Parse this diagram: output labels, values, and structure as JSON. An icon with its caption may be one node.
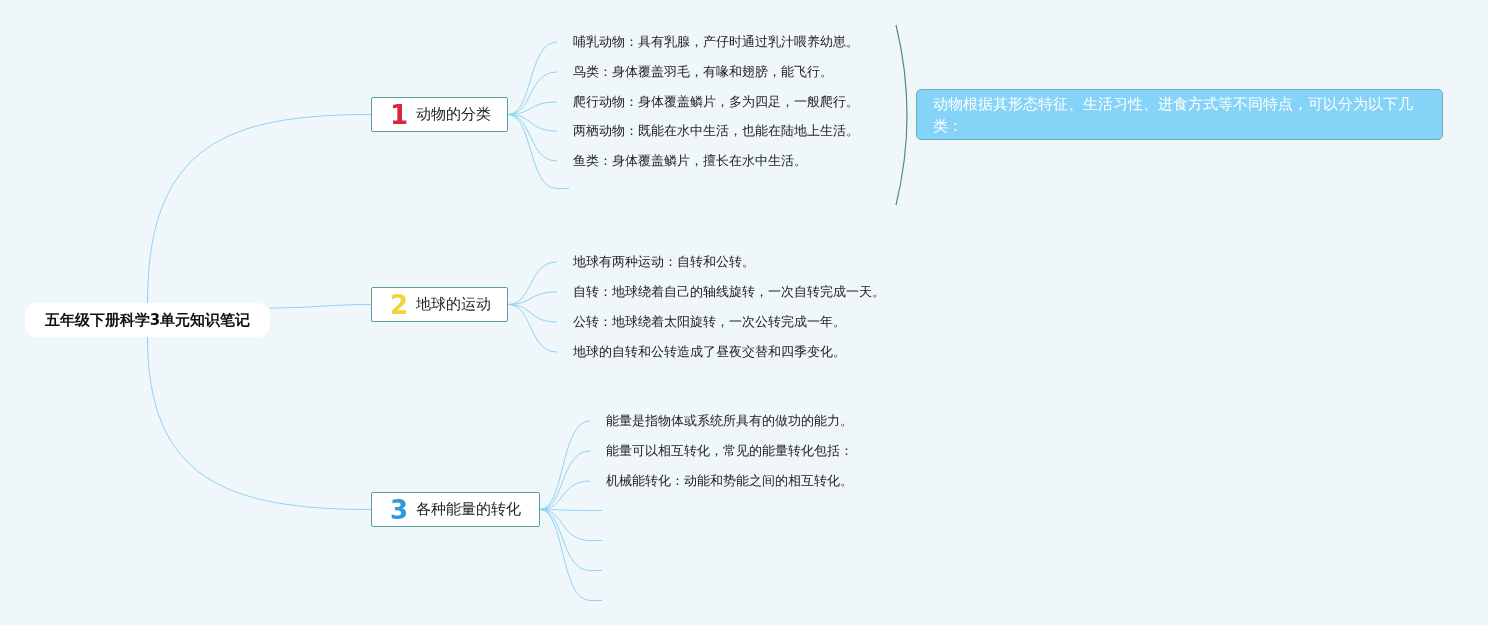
{
  "diagram": {
    "nodes": [
      {
        "text": [
          "五年级下册科学3单元知识笔记"
        ]
      },
      {
        "text": [
          "1",
          "动物的分类"
        ]
      },
      {
        "text": [
          "哺乳动物：具有乳腺，产仔时通过乳汁喂养幼崽。"
        ]
      },
      {
        "text": [
          "鸟类：身体覆盖羽毛，有喙和翅膀，能飞行。"
        ]
      },
      {
        "text": [
          "爬行动物：身体覆盖鳞片，多为四足，一般爬行。"
        ]
      },
      {
        "text": [
          "两栖动物：既能在水中生活，也能在陆地上生活。"
        ]
      },
      {
        "text": [
          "鱼类：身体覆盖鳞片，擅长在水中生活。"
        ]
      },
      {
        "text": [],
        "shape": "line"
      },
      {
        "text": [
          "动物根据其形态特征、生活习性、进食方式等不同特点，可以分为以下几类："
        ]
      },
      {
        "text": [
          "2",
          "地球的运动"
        ]
      },
      {
        "text": [
          "地球有两种运动：自转和公转。"
        ]
      },
      {
        "text": [
          "自转：地球绕着自己的轴线旋转，一次自转完成一天。"
        ]
      },
      {
        "text": [
          "公转：地球绕着太阳旋转，一次公转完成一年。"
        ]
      },
      {
        "text": [
          "地球的自转和公转造成了昼夜交替和四季变化。"
        ]
      },
      {
        "text": [
          "3",
          "各种能量的转化"
        ]
      },
      {
        "text": [
          "能量是指物体或系统所具有的做功的能力。"
        ]
      },
      {
        "text": [
          "能量可以相互转化，常见的能量转化包括："
        ]
      },
      {
        "text": [
          "机械能转化：动能和势能之间的相互转化。"
        ]
      },
      {
        "text": [],
        "shape": "line"
      },
      {
        "text": [],
        "shape": "line"
      },
      {
        "text": [],
        "shape": "line"
      },
      {
        "text": [],
        "shape": "line"
      }
    ],
    "edges": [
      {
        "from": 0,
        "to": 1,
        "arrow": "none"
      },
      {
        "from": 1,
        "to": 2,
        "arrow": "none"
      },
      {
        "from": 1,
        "to": 3,
        "arrow": "none"
      },
      {
        "from": 1,
        "to": 4,
        "arrow": "none"
      },
      {
        "from": 1,
        "to": 5,
        "arrow": "none"
      },
      {
        "from": 1,
        "to": 6,
        "arrow": "none"
      },
      {
        "from": 1,
        "to": 7,
        "arrow": "none"
      },
      {
        "from": 0,
        "to": 9,
        "arrow": "none"
      },
      {
        "from": 9,
        "to": 10,
        "arrow": "none"
      },
      {
        "from": 9,
        "to": 11,
        "arrow": "none"
      },
      {
        "from": 9,
        "to": 12,
        "arrow": "none"
      },
      {
        "from": 9,
        "to": 13,
        "arrow": "none"
      },
      {
        "from": 0,
        "to": 14,
        "arrow": "none"
      },
      {
        "from": 14,
        "to": 15,
        "arrow": "none"
      },
      {
        "from": 14,
        "to": 16,
        "arrow": "none"
      },
      {
        "from": 14,
        "to": 17,
        "arrow": "none"
      },
      {
        "from": 14,
        "to": 18,
        "arrow": "none"
      },
      {
        "from": 14,
        "to": 19,
        "arrow": "none"
      },
      {
        "from": 14,
        "to": 20,
        "arrow": "none"
      },
      {
        "from": 14,
        "to": 21,
        "arrow": "none"
      }
    ]
  }
}
